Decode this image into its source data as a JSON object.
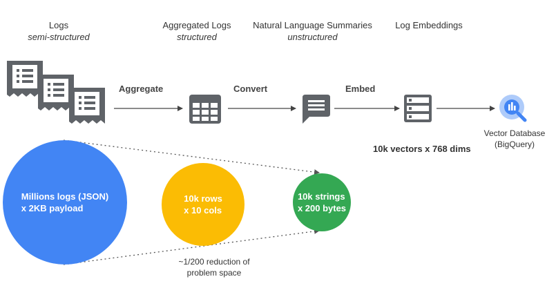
{
  "headers": {
    "logs": {
      "title": "Logs",
      "subtitle": "semi-structured"
    },
    "aggregated": {
      "title": "Aggregated Logs",
      "subtitle": "structured"
    },
    "summaries": {
      "title": "Natural Language Summaries",
      "subtitle": "unstructured"
    },
    "embeddings": {
      "title": "Log Embeddings",
      "subtitle": ""
    }
  },
  "steps": {
    "aggregate": "Aggregate",
    "convert": "Convert",
    "embed": "Embed"
  },
  "vector_db": {
    "line1": "Vector Database",
    "line2": "(BigQuery)"
  },
  "vectors_label": "10k vectors x 768 dims",
  "circles": {
    "millions": {
      "line1": "Millions logs (JSON)",
      "line2": "x 2KB payload",
      "color": "#4285f4"
    },
    "rows": {
      "line1": "10k rows",
      "line2": "x 10 cols",
      "color": "#fbbc04"
    },
    "strings": {
      "line1": "10k strings",
      "line2": "x 200 bytes",
      "color": "#34a853"
    }
  },
  "reduction": {
    "line1": "~1/200 reduction of",
    "line2": "problem space"
  },
  "colors": {
    "icon_gray": "#5f6368",
    "arrow": "#444444",
    "bq_blue": "#4285f4",
    "bq_light": "#aecbfa"
  },
  "icons": [
    "receipt-icon",
    "table-icon",
    "chat-bubble-icon",
    "storage-icon",
    "bigquery-icon"
  ]
}
